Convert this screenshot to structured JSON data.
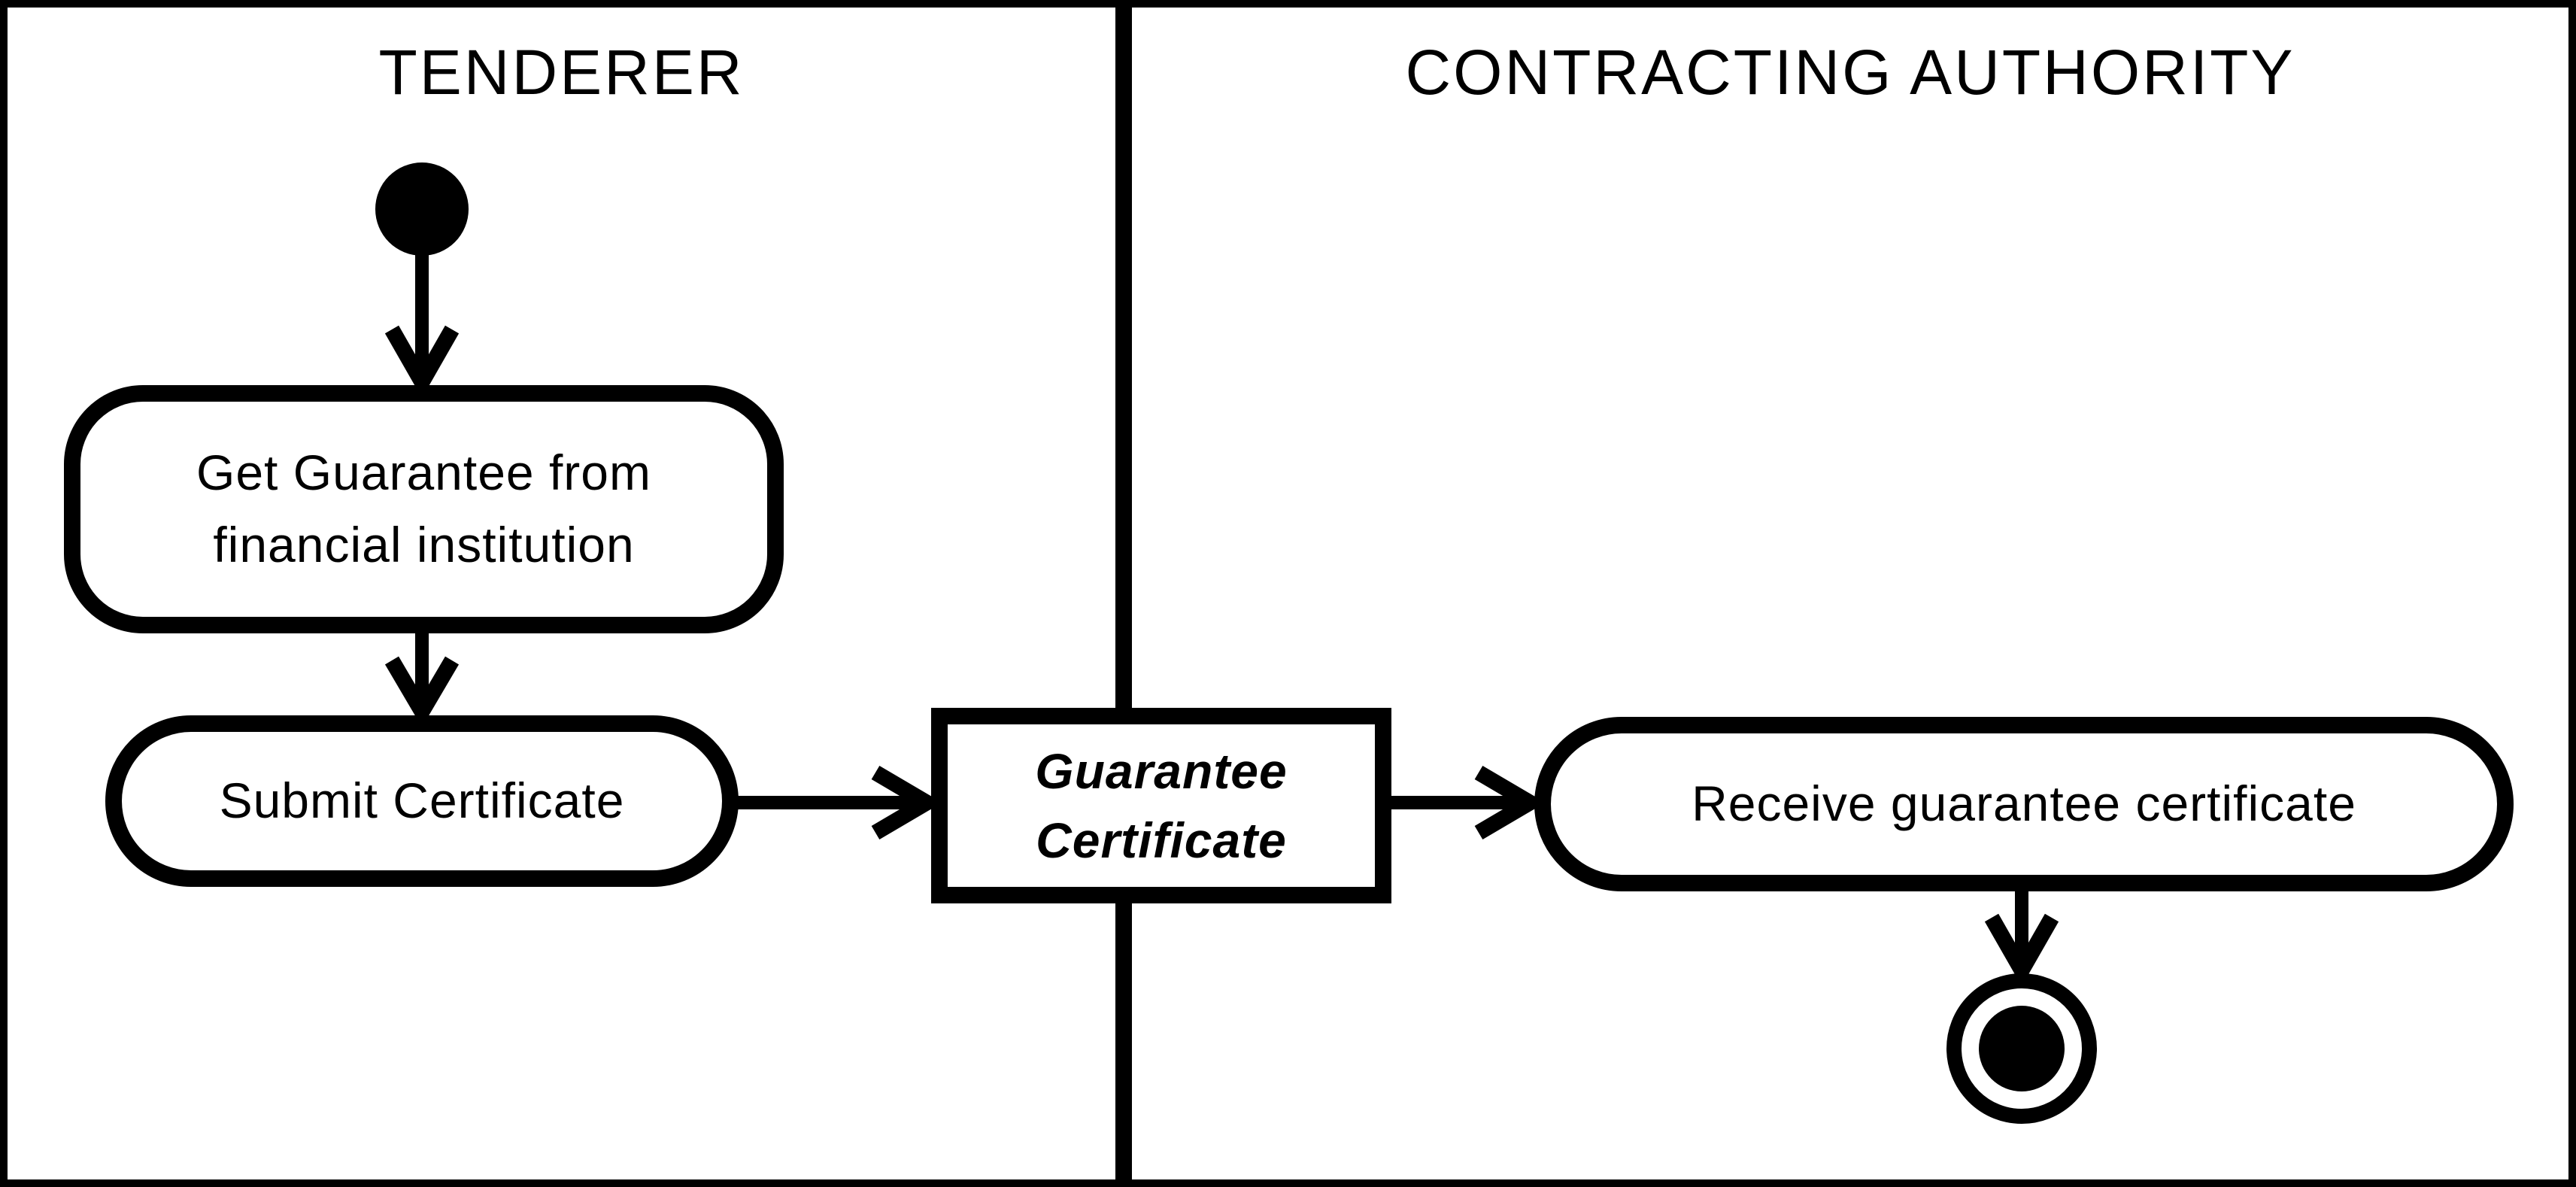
{
  "diagram": {
    "kind": "uml-activity-diagram",
    "colors": {
      "ink": "#000000",
      "paper": "#ffffff"
    },
    "lanes": [
      {
        "title": "TENDERER"
      },
      {
        "title": "CONTRACTING AUTHORITY"
      }
    ],
    "nodes": {
      "initial": "initial-node",
      "final": "activity-final-node"
    },
    "activities": [
      {
        "id": "get-guarantee",
        "lane": "TENDERER",
        "label": "Get Guarantee from financial institution",
        "lines": [
          "Get Guarantee from",
          "financial institution"
        ]
      },
      {
        "id": "submit-certificate",
        "lane": "TENDERER",
        "label": "Submit Certificate",
        "lines": [
          "Submit Certificate"
        ]
      },
      {
        "id": "receive-certificate",
        "lane": "CONTRACTING AUTHORITY",
        "label": "Receive guarantee certificate",
        "lines": [
          "Receive guarantee certificate"
        ]
      }
    ],
    "object_node": {
      "id": "guarantee-certificate",
      "label": "Guarantee Certificate",
      "lines": [
        "Guarantee",
        "Certificate"
      ]
    },
    "edges": [
      {
        "from": "initial-node",
        "to": "get-guarantee"
      },
      {
        "from": "get-guarantee",
        "to": "submit-certificate"
      },
      {
        "from": "submit-certificate",
        "to": "guarantee-certificate"
      },
      {
        "from": "guarantee-certificate",
        "to": "receive-certificate"
      },
      {
        "from": "receive-certificate",
        "to": "activity-final-node"
      }
    ]
  }
}
